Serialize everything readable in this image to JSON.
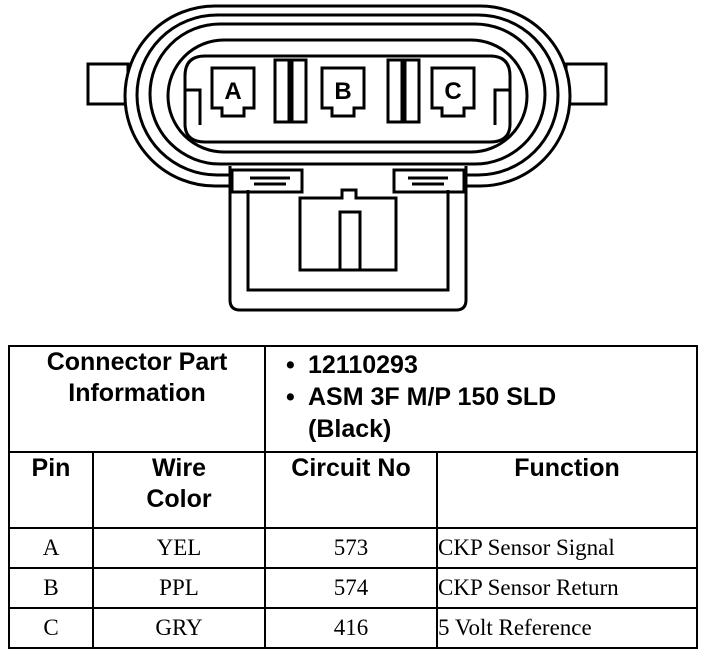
{
  "connector": {
    "pins": [
      "A",
      "B",
      "C"
    ]
  },
  "info": {
    "label_line1": "Connector Part",
    "label_line2": "Information",
    "items": [
      "12110293",
      "ASM 3F M/P 150 SLD",
      "(Black)"
    ]
  },
  "columns": {
    "pin": "Pin",
    "wire_line1": "Wire",
    "wire_line2": "Color",
    "circuit": "Circuit No",
    "function": "Function"
  },
  "rows": [
    {
      "pin": "A",
      "color": "YEL",
      "circuit": "573",
      "function": "CKP Sensor Signal"
    },
    {
      "pin": "B",
      "color": "PPL",
      "circuit": "574",
      "function": "CKP Sensor Return"
    },
    {
      "pin": "C",
      "color": "GRY",
      "circuit": "416",
      "function": "5 Volt Reference"
    }
  ],
  "bullet": "•"
}
